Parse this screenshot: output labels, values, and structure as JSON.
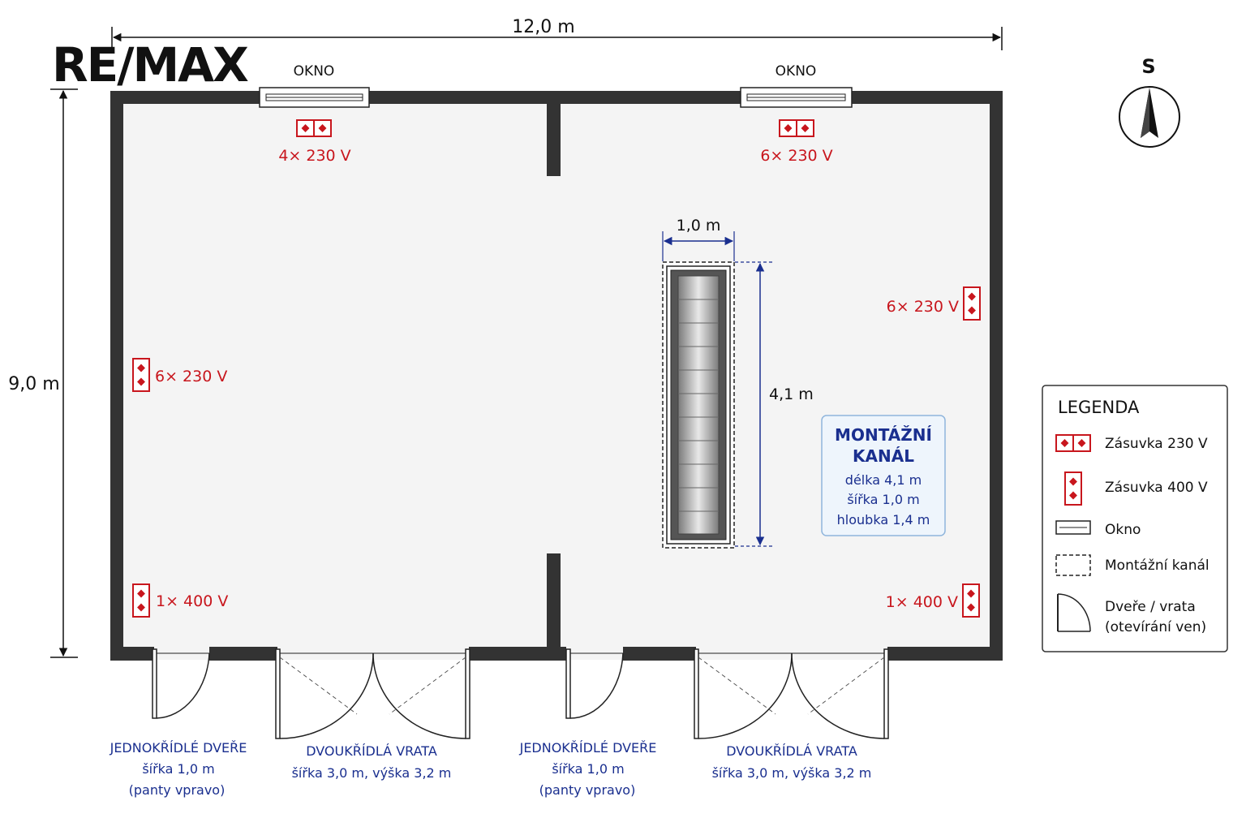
{
  "logo": {
    "text": "RE/MAX"
  },
  "dimensions": {
    "width": "12,0 m",
    "height": "9,0 m",
    "pit_width": "1,0 m",
    "pit_length": "4,1 m"
  },
  "windows": [
    {
      "label": "OKNO"
    },
    {
      "label": "OKNO"
    }
  ],
  "sockets": {
    "top_left": "4× 230 V",
    "top_right": "6× 230 V",
    "right_upper": "6× 230 V",
    "left_middle": "6× 230 V",
    "left_bottom": "1× 400 V",
    "right_bottom": "1× 400 V"
  },
  "pit": {
    "title_line1": "MONTÁŽNÍ",
    "title_line2": "KANÁL",
    "length": "délka 4,1 m",
    "width": "šířka 1,0 m",
    "depth": "hloubka 1,4 m"
  },
  "doors": [
    {
      "title": "JEDNOKŘÍDLÉ DVEŘE",
      "line2": "šířka 1,0 m",
      "line3": "(panty vpravo)"
    },
    {
      "title": "DVOUKŘÍDLÁ VRATA",
      "line2": "šířka 3,0 m, výška 3,2 m"
    },
    {
      "title": "JEDNOKŘÍDLÉ DVEŘE",
      "line2": "šířka 1,0 m",
      "line3": "(panty vpravo)"
    },
    {
      "title": "DVOUKŘÍDLÁ VRATA",
      "line2": "šířka 3,0 m, výška 3,2 m"
    }
  ],
  "compass": {
    "label": "S"
  },
  "legend": {
    "title": "LEGENDA",
    "items": [
      {
        "label": "Zásuvka 230 V"
      },
      {
        "label": "Zásuvka 400 V"
      },
      {
        "label": "Okno"
      },
      {
        "label": "Montážní kanál"
      },
      {
        "label": "Dveře / vrata",
        "label2": "(otevírání ven)"
      }
    ]
  },
  "colors": {
    "wall": "#333333",
    "socket_red": "#c8161d",
    "annotation_blue": "#1a2f8f",
    "floor": "#f4f4f4"
  }
}
